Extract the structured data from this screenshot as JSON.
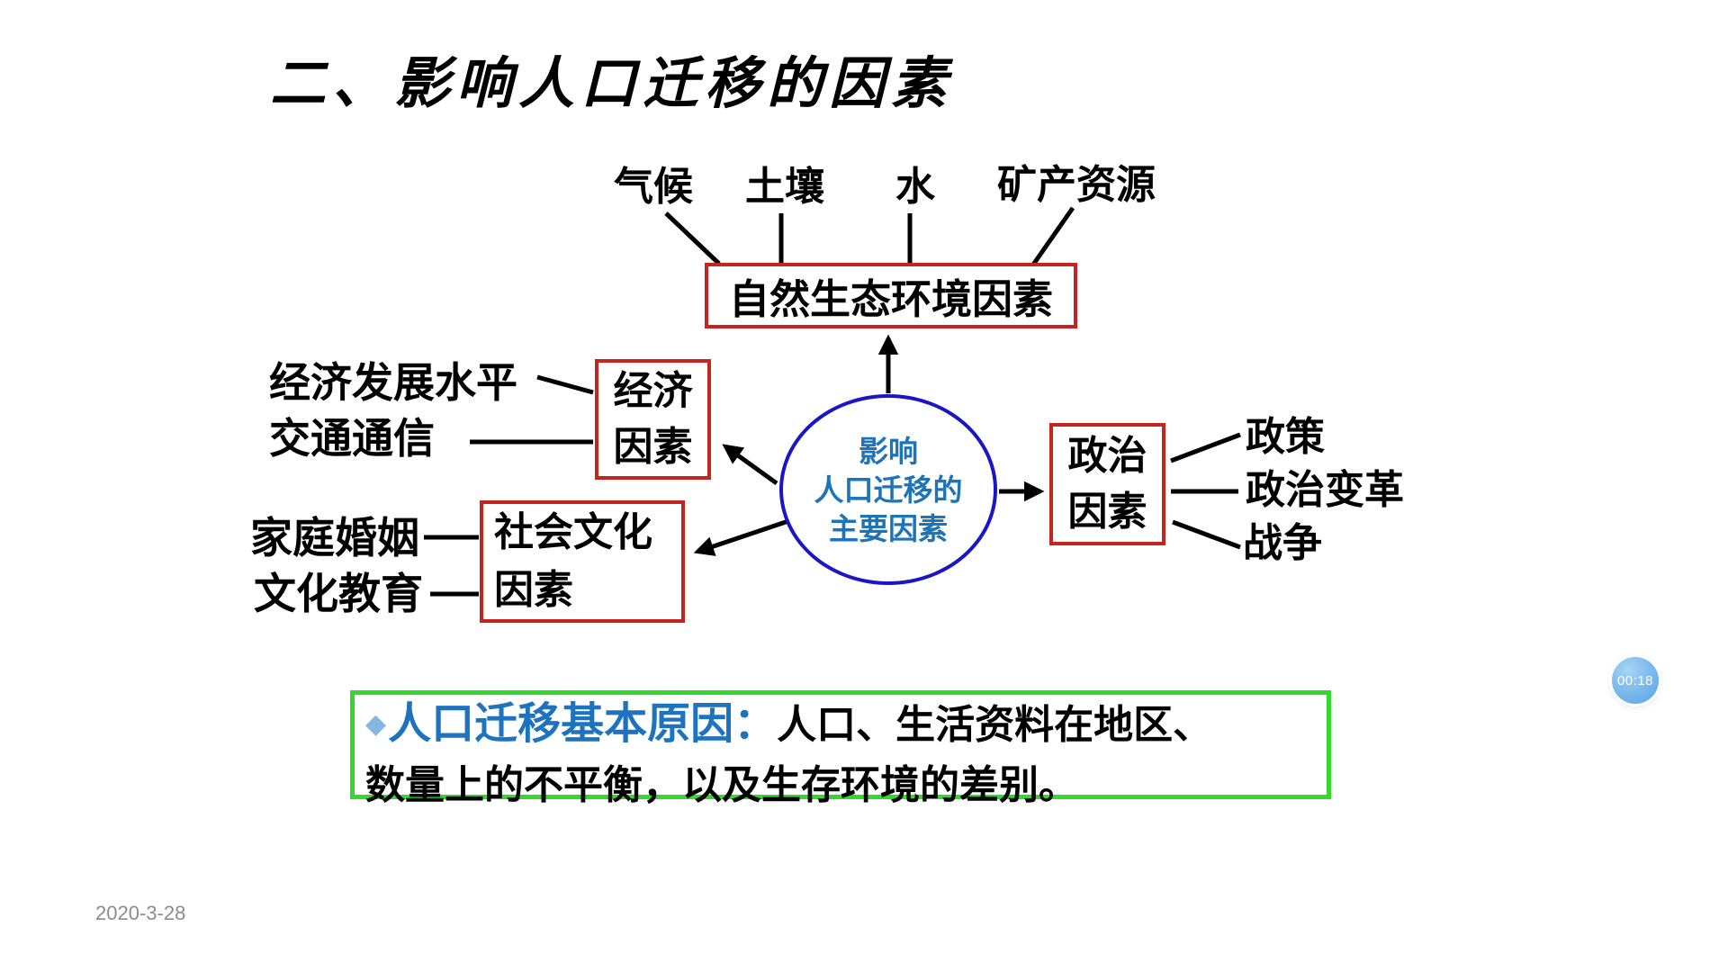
{
  "slide": {
    "title": "二、影响人口迁移的因素",
    "date": "2020-3-28",
    "timer": "00:18"
  },
  "diagram": {
    "center": {
      "lines": [
        "影响",
        "人口迁移的",
        "主要因素"
      ]
    },
    "natural": {
      "box_label": "自然生态环境因素",
      "items": [
        "气候",
        "土壤",
        "水",
        "矿产资源"
      ]
    },
    "economic": {
      "box_lines": [
        "经济",
        "因素"
      ],
      "items": [
        "经济发展水平",
        "交通通信"
      ]
    },
    "social": {
      "box_lines": [
        "社会文化",
        "因素"
      ],
      "items": [
        "家庭婚姻",
        "文化教育"
      ]
    },
    "political": {
      "box_lines": [
        "政治",
        "因素"
      ],
      "items": [
        "政策",
        "政治变革",
        "战争"
      ]
    }
  },
  "note": {
    "bullet": "◆",
    "heading": "人口迁移基本原因：",
    "body_line1": "人口、生活资料在地区、",
    "body_line2": "数量上的不平衡，以及生存环境的差别。"
  },
  "colors": {
    "box_border_red": "#c4261f",
    "note_border_green": "#35d92e",
    "ellipse_border_blue": "#1a16c4",
    "ellipse_text_blue": "#1e74b8",
    "note_heading_blue": "#1e73be",
    "note_diamond_blue": "#85b7e2",
    "timer_blue": "#6fb1e8",
    "date_gray": "#8c8c8c",
    "connector_black": "#000000"
  }
}
